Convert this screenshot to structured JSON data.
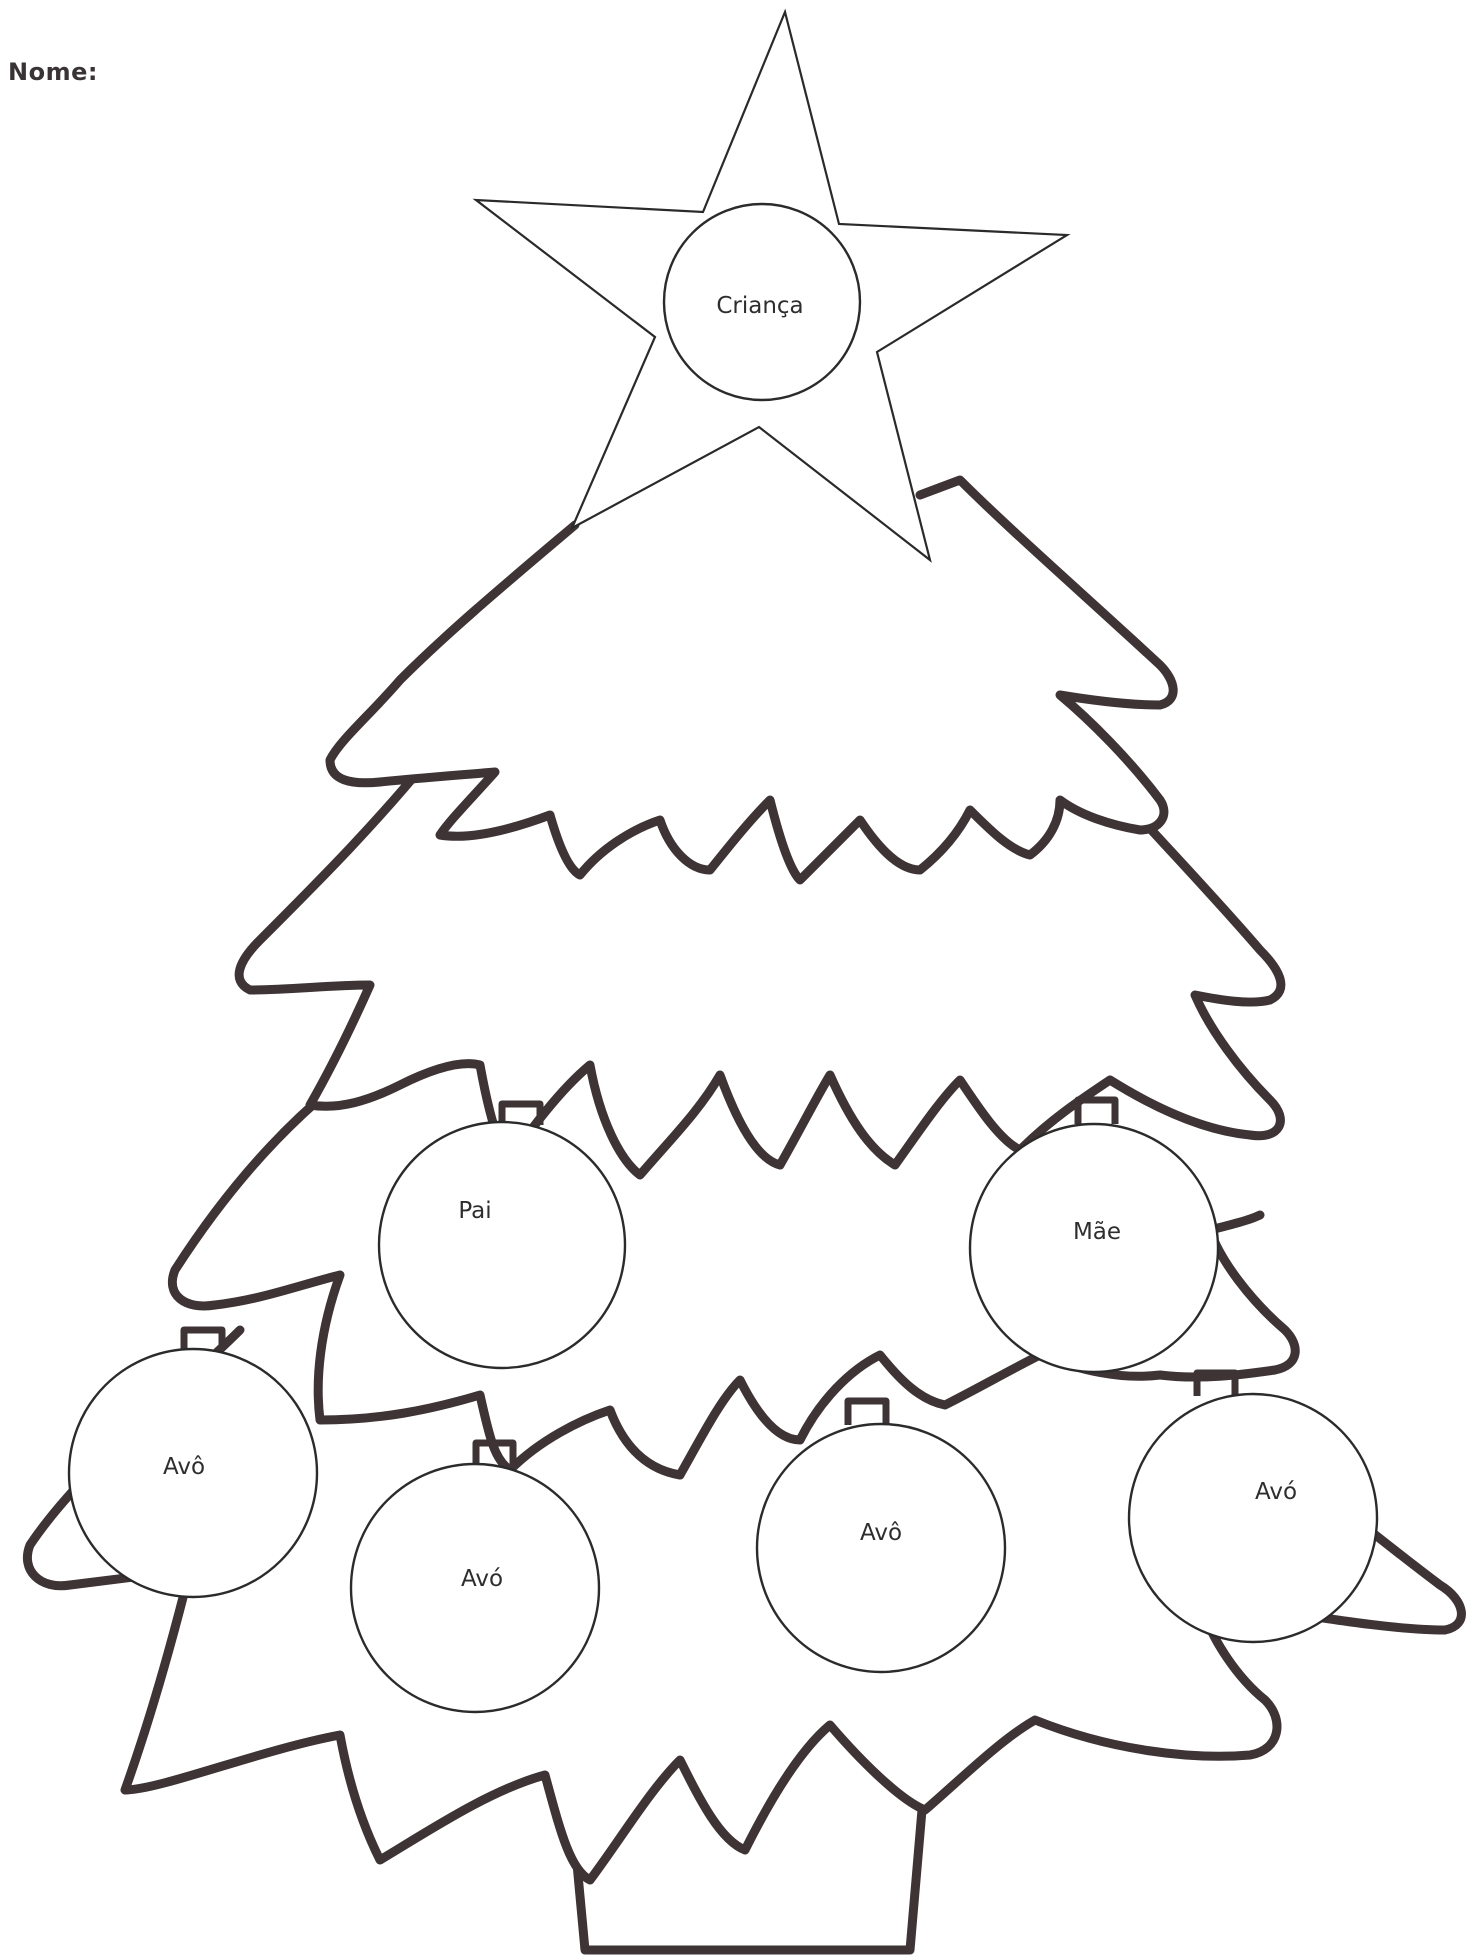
{
  "worksheet": {
    "name_label": "Nome:"
  },
  "star": {
    "label": "Criança"
  },
  "ornaments": [
    {
      "label": "Pai"
    },
    {
      "label": "Mãe"
    },
    {
      "label": "Avô"
    },
    {
      "label": "Avó"
    },
    {
      "label": "Avô"
    },
    {
      "label": "Avó"
    }
  ]
}
